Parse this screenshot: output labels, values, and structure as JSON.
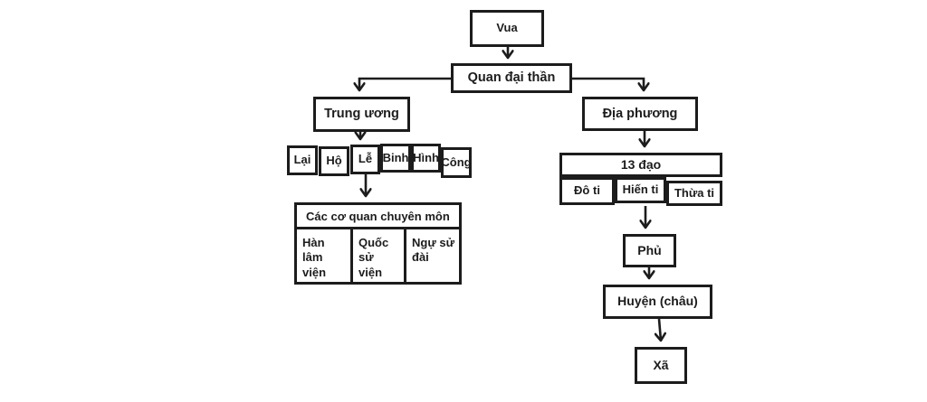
{
  "diagram": {
    "vua": "Vua",
    "quan_dai_than": "Quan đại thần",
    "trung_uong": "Trung ương",
    "ministries": [
      "Lại",
      "Hộ",
      "Lễ",
      "Binh",
      "Hình",
      "Công"
    ],
    "chuyen_mon": {
      "header": "Các cơ quan chuyên môn",
      "cells": [
        "Hàn lâm viện",
        "Quốc sử viện",
        "Ngự sử đài"
      ]
    },
    "dia_phuong": "Địa phương",
    "dao": {
      "header": "13 đạo",
      "cells": [
        "Đô ti",
        "Hiến ti",
        "Thừa ti"
      ]
    },
    "phu": "Phủ",
    "huyen_chau": "Huyện (châu)",
    "xa": "Xã",
    "colors": {
      "line": "#1c1c1c",
      "text": "#1c1c1c",
      "background": "#ffffff"
    }
  }
}
